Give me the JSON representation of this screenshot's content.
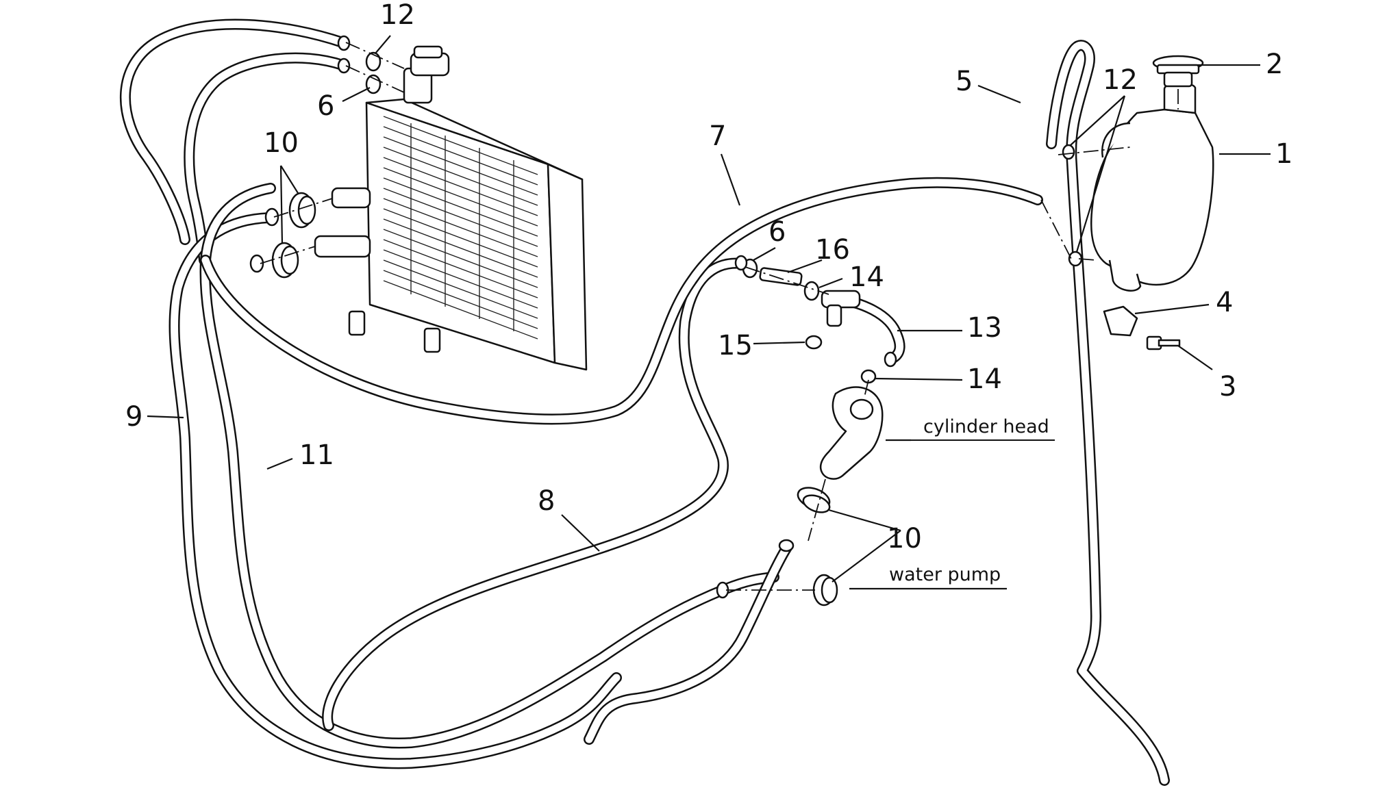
{
  "callouts": [
    {
      "id": "c12a",
      "text": "12"
    },
    {
      "id": "c6a",
      "text": "6"
    },
    {
      "id": "c10a",
      "text": "10"
    },
    {
      "id": "c7",
      "text": "7"
    },
    {
      "id": "c5",
      "text": "5"
    },
    {
      "id": "c12b",
      "text": "12"
    },
    {
      "id": "c2",
      "text": "2"
    },
    {
      "id": "c1",
      "text": "1"
    },
    {
      "id": "c6b",
      "text": "6"
    },
    {
      "id": "c16",
      "text": "16"
    },
    {
      "id": "c14a",
      "text": "14"
    },
    {
      "id": "c4",
      "text": "4"
    },
    {
      "id": "c15",
      "text": "15"
    },
    {
      "id": "c13",
      "text": "13"
    },
    {
      "id": "c3",
      "text": "3"
    },
    {
      "id": "c14b",
      "text": "14"
    },
    {
      "id": "c9",
      "text": "9"
    },
    {
      "id": "c11",
      "text": "11"
    },
    {
      "id": "c8",
      "text": "8"
    },
    {
      "id": "c10b",
      "text": "10"
    }
  ],
  "labels": {
    "cylinder_head": "cylinder head",
    "water_pump": "water pump"
  }
}
